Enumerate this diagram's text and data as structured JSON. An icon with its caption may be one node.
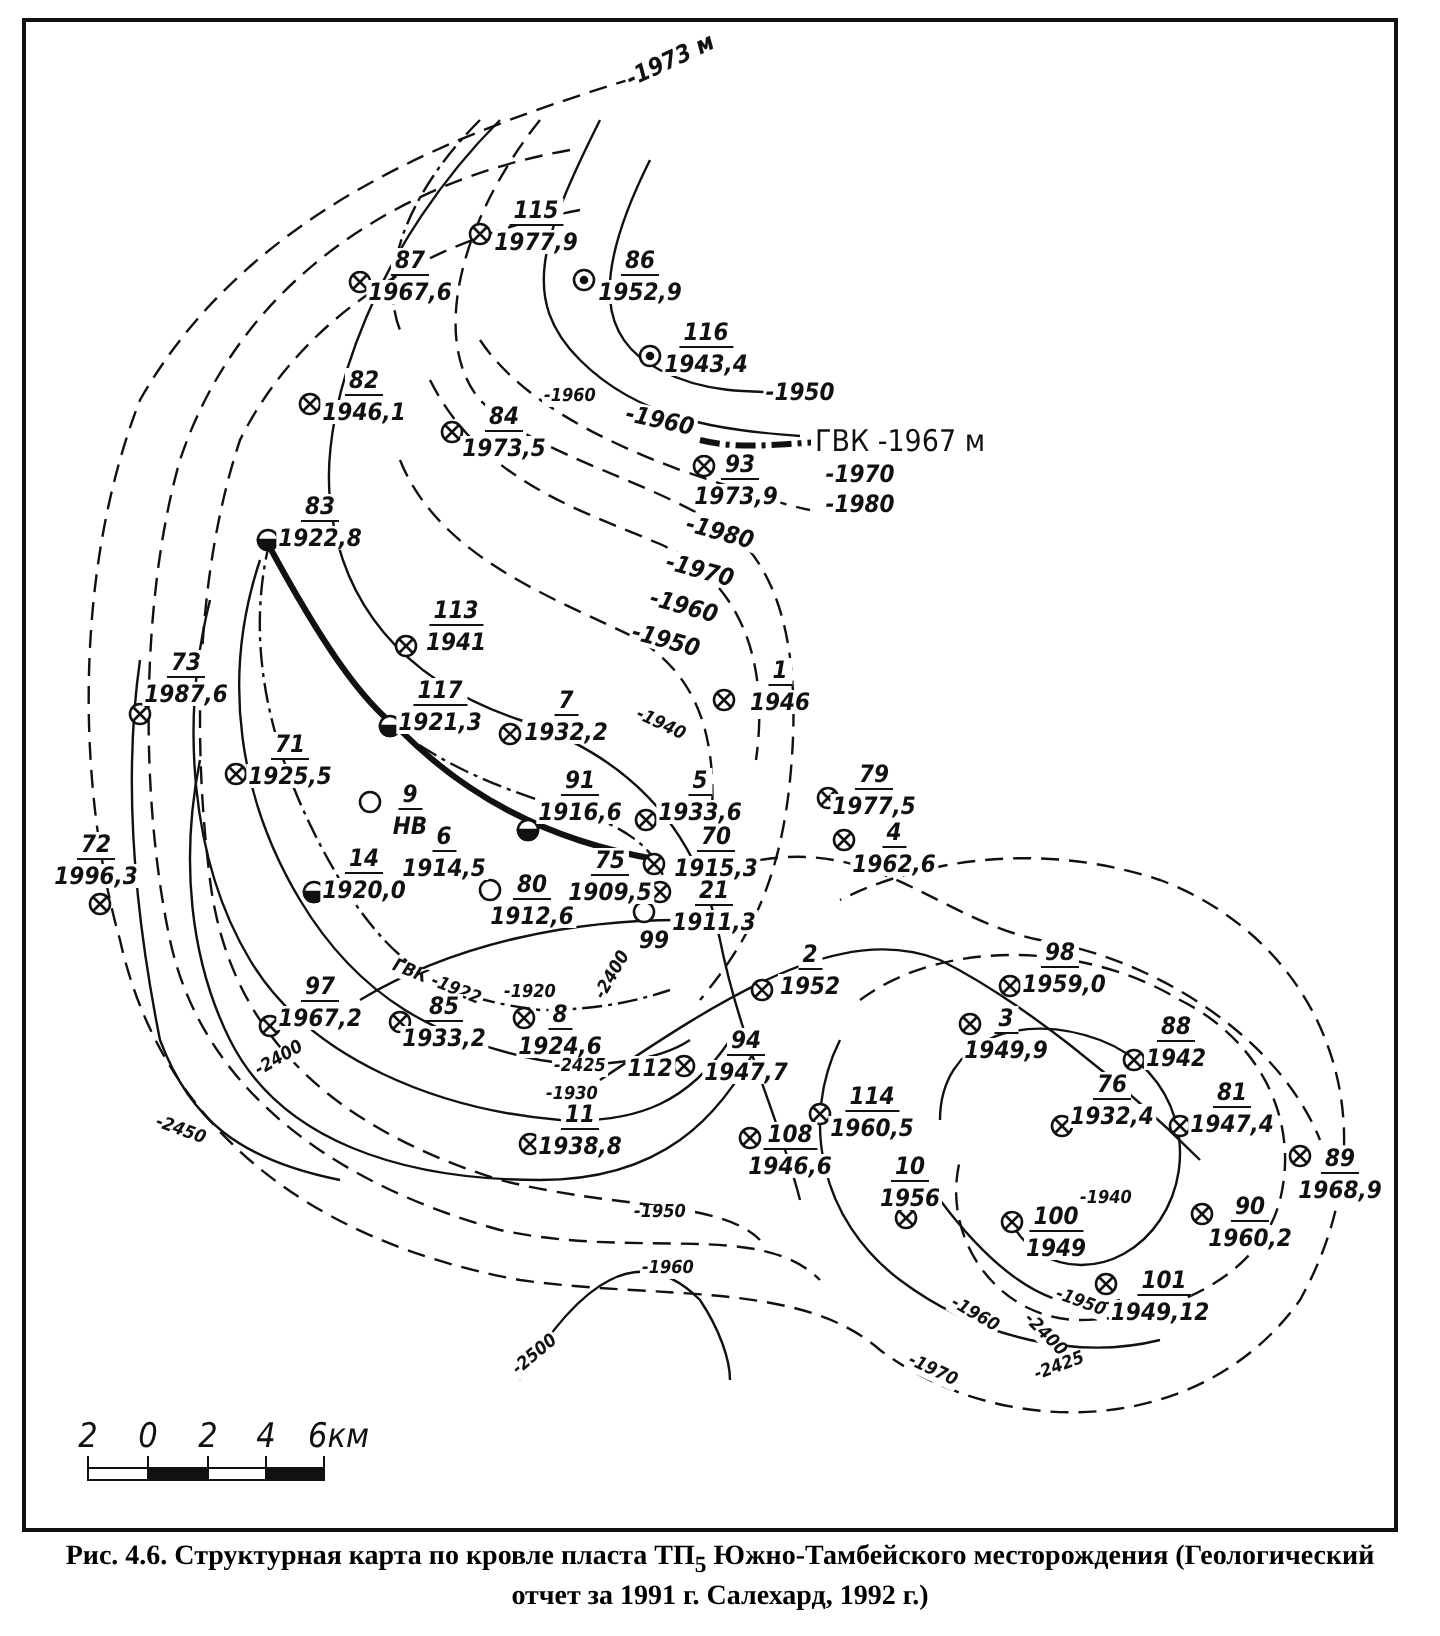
{
  "diagram": {
    "caption": "Рис. 4.6. Структурная карта по кровле пласта ТП$_{5}$ Южно-Тамбейского месторождения (Геологический отчет за 1991 г. Салехард, 1992 г.)",
    "labels": [
      "-1973 м",
      "115",
      "1977,9",
      "87",
      "1967,6",
      "86",
      "1952,9",
      "116",
      "1943,4",
      "82",
      "1946,1",
      "-1960",
      "84",
      "1973,5",
      "-1950",
      "-1960",
      "ГВК -1967 м",
      "93",
      "1973,9",
      "-1970",
      "-1980",
      "-1980",
      "-1970",
      "-1960",
      "-1950",
      "83",
      "1922,8",
      "113",
      "1941",
      "73",
      "1987,6",
      "1",
      "1946",
      "117",
      "1921,3",
      "7",
      "1932,2",
      "-1940",
      "71",
      "1925,5",
      "79",
      "1977,5",
      "9",
      "НВ",
      "91",
      "1916,6",
      "5",
      "1933,6",
      "4",
      "1962,6",
      "72",
      "1996,3",
      "6",
      "1914,5",
      "70",
      "1915,3",
      "14",
      "1920,0",
      "21",
      "1911,3",
      "80",
      "1912,6",
      "75",
      "1909,5",
      "99",
      "-2400",
      "2",
      "98",
      "97",
      "ГВК -1922",
      "-1920",
      "1952",
      "1959,0",
      "1967,2",
      "85",
      "8",
      "3",
      "88",
      "1933,2",
      "1924,6",
      "1949,9",
      "1942",
      "-2400",
      "-2425",
      "112",
      "94",
      "1947,7",
      "-2450",
      "-1930",
      "11",
      "108",
      "114",
      "1960,5",
      "76",
      "1932,4",
      "81",
      "1947,4",
      "1938,8",
      "1946,6",
      "89",
      "1968,9",
      "-1950",
      "10",
      "1956",
      "90",
      "1960,2",
      "100",
      "1949",
      "-1940",
      "-1960",
      "101",
      "1949,12",
      "-1950",
      "-1960",
      "-2400",
      "-1970",
      "-2425",
      "-2500",
      "2",
      "0",
      "2",
      "4",
      "6км"
    ]
  }
}
